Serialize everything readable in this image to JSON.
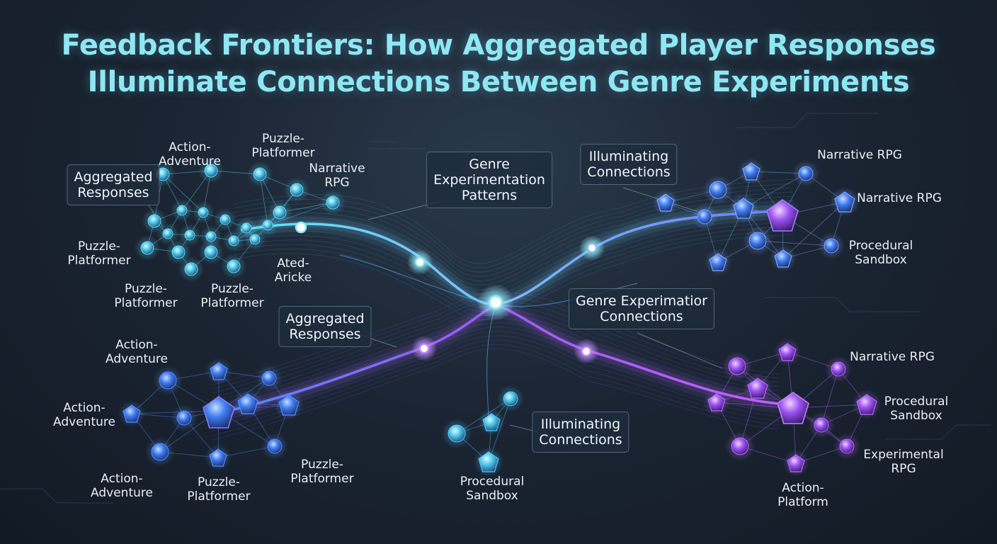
{
  "title": {
    "line1": "Feedback Frontiers: How Aggregated Player Responses",
    "line2": "Illuminate Connections Between Genre Experiments"
  },
  "colors": {
    "cyan": "#5fe3f5",
    "blue": "#4d8cff",
    "violet": "#9d5cff",
    "magenta": "#c85cff"
  },
  "boxes": {
    "aggregated_responses_top": "Aggregated\nResponses",
    "genre_experimentation_patterns": "Genre\nExperimentation\nPatterns",
    "illuminating_connections_top": "Illuminating\nConnections",
    "aggregated_responses_mid": "Aggregated\nResponses",
    "genre_experimatior_connections": "Genre Experimatior\nConnections",
    "illuminating_connections_bottom": "Illuminating\nConnections"
  },
  "labels": {
    "tl_action_adventure": "Action-\nAdventure",
    "tl_puzzle_platformer_top": "Puzzle-\nPlatformer",
    "tl_narrative_rpg": "Narrative\nRPG",
    "tl_puzzle_platformer_left": "Puzzle-\nPlatformer",
    "tl_puzzle_platformer_bl": "Puzzle-\nPlatformer",
    "tl_puzzle_platformer_br": "Puzzle-\nPlatformer",
    "tl_ated_aricke": "Ated-\nAricke",
    "tr_narrative_rpg_1": "Narrative RPG",
    "tr_narrative_rpg_2": "Narrative RPG",
    "tr_procedural_sandbox": "Procedural\nSandbox",
    "bl_action_adventure_top": "Action-\nAdventure",
    "bl_action_adventure_left": "Action-\nAdventure",
    "bl_action_adventure_bottom": "Action-\nAdventure",
    "bl_puzzle_platformer_bottom": "Puzzle-\nPlatformer",
    "bl_puzzle_platformer_right": "Puzzle-\nPlatformer",
    "bc_procedural_sandbox": "Procedural\nSandbox",
    "br_narrative_rpg": "Narrative RPG",
    "br_procedural_sandbox": "Procedural\nSandbox",
    "br_experimental_rpg": "Experimental\nRPG",
    "br_action_platform": "Action-\nPlatform"
  }
}
